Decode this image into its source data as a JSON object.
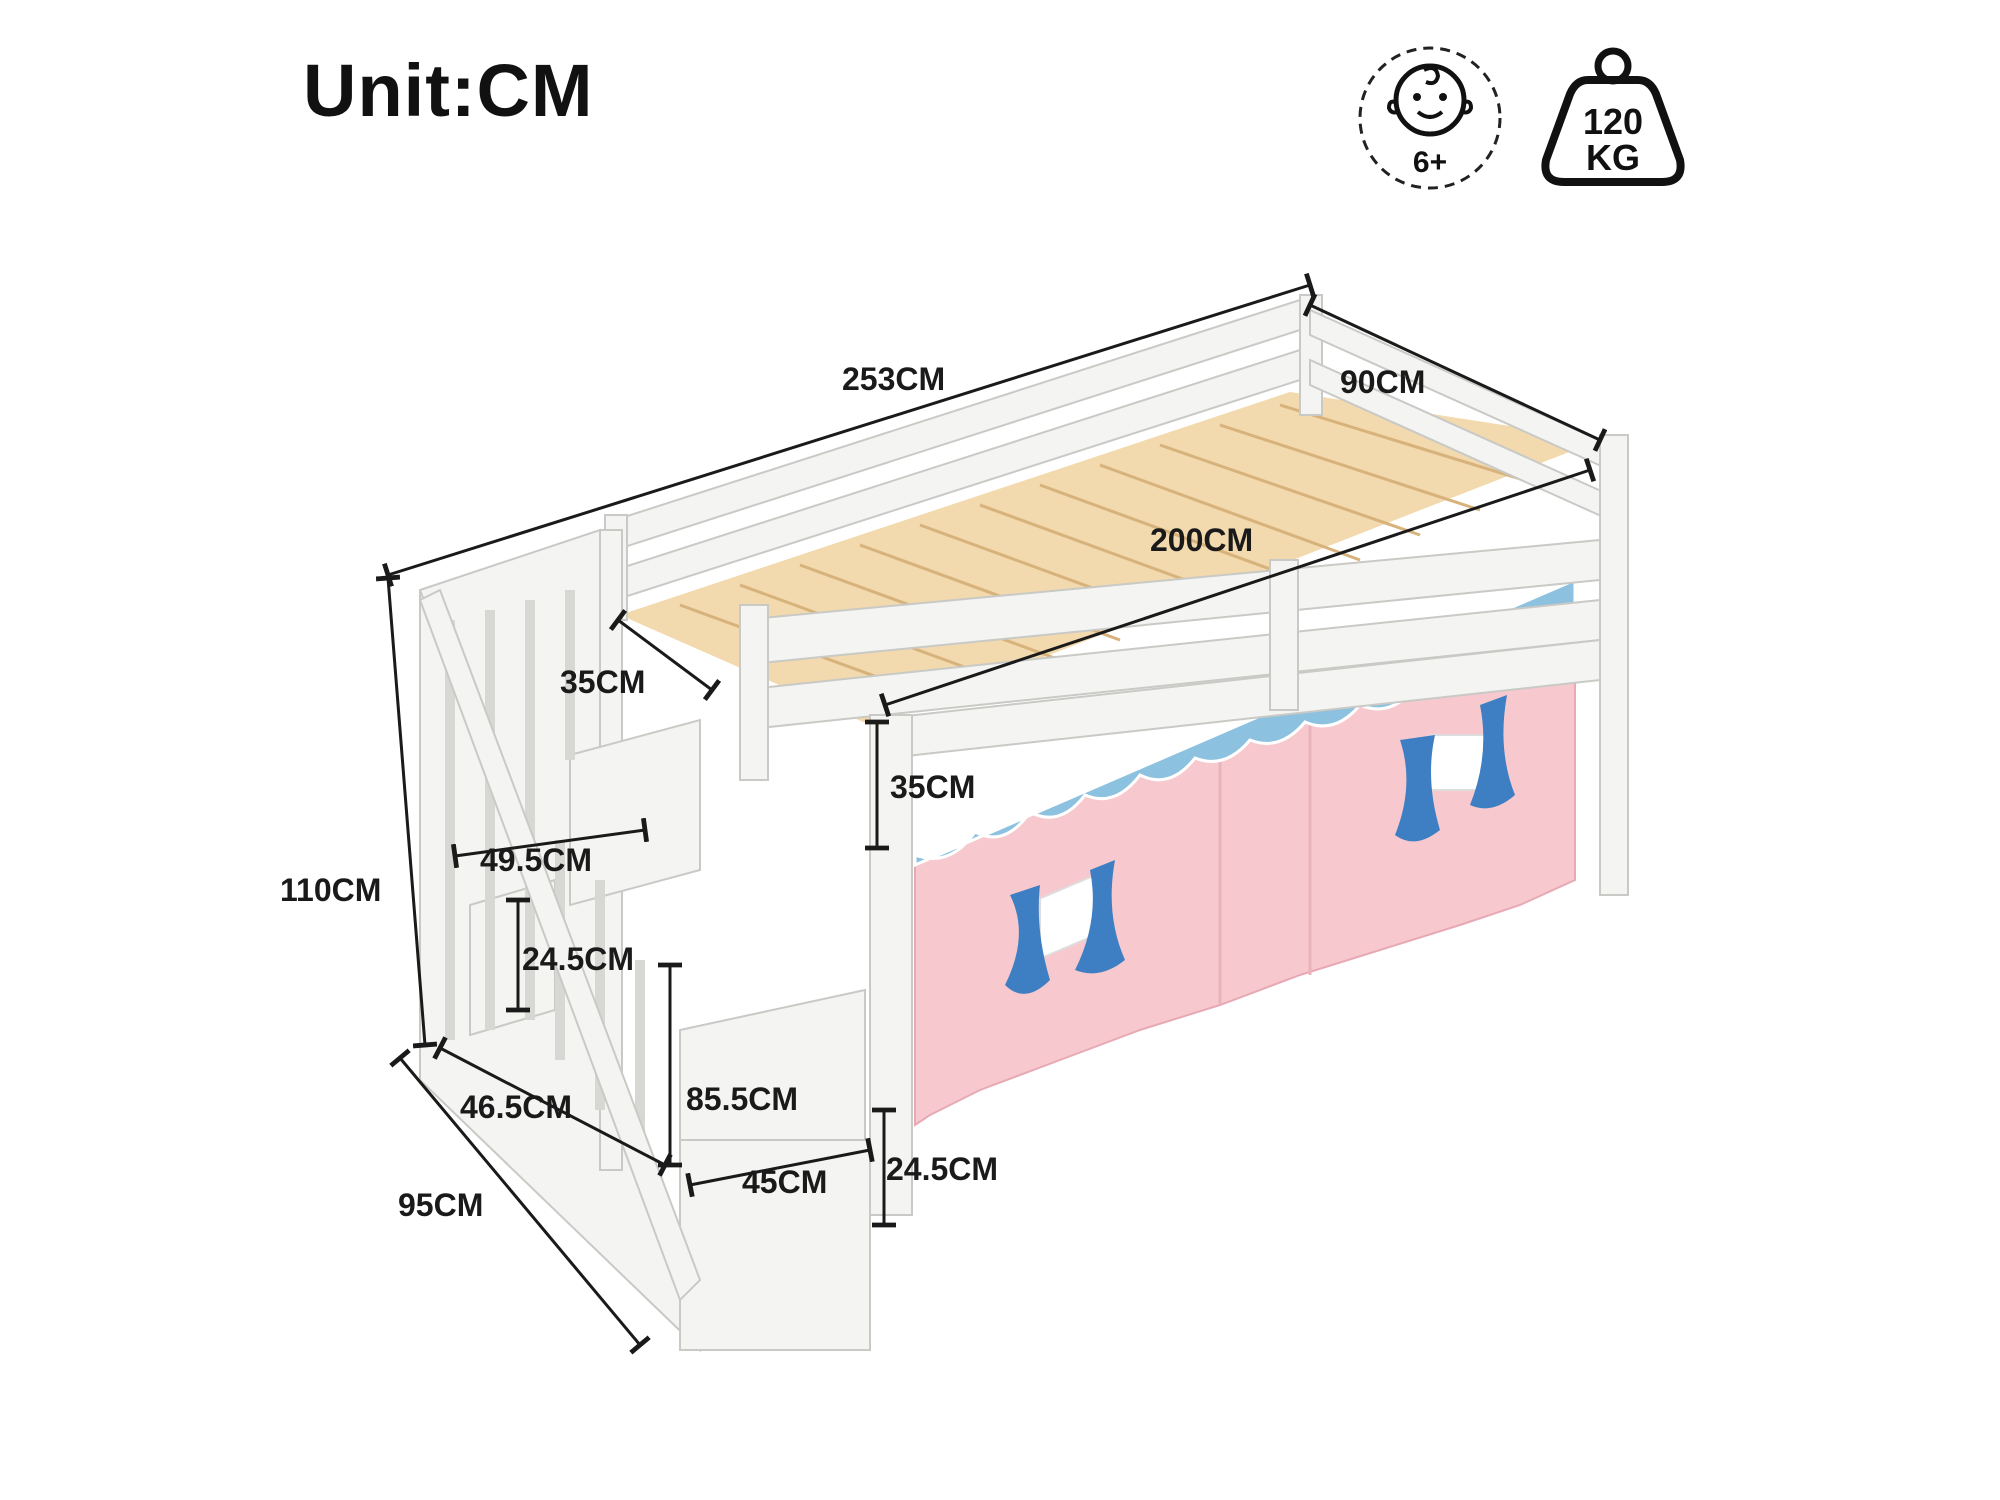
{
  "unit_title": "Unit:CM",
  "badges": {
    "age": {
      "icon": "baby-face-icon",
      "label": "6+"
    },
    "weight": {
      "icon": "weight-icon",
      "line1": "120",
      "line2": "KG"
    }
  },
  "dimensions": {
    "overall_length": "253CM",
    "width": "90CM",
    "mattress_length": "200CM",
    "guard_height_left": "35CM",
    "guard_height_front": "35CM",
    "total_height": "110CM",
    "stair_width": "49.5CM",
    "step_height_upper": "24.5CM",
    "stair_depth": "46.5CM",
    "stair_height": "85.5CM",
    "total_depth": "95CM",
    "step_width": "45CM",
    "step_height_lower": "24.5CM"
  },
  "colors": {
    "frame": "#f4f4f2",
    "frame_edge": "#c9c9c6",
    "slat": "#f2d9ae",
    "curtain_pink": "#f7c9cf",
    "curtain_blue": "#8cc1df",
    "tie_blue": "#3d7fc2",
    "line": "#1a1a1a"
  }
}
